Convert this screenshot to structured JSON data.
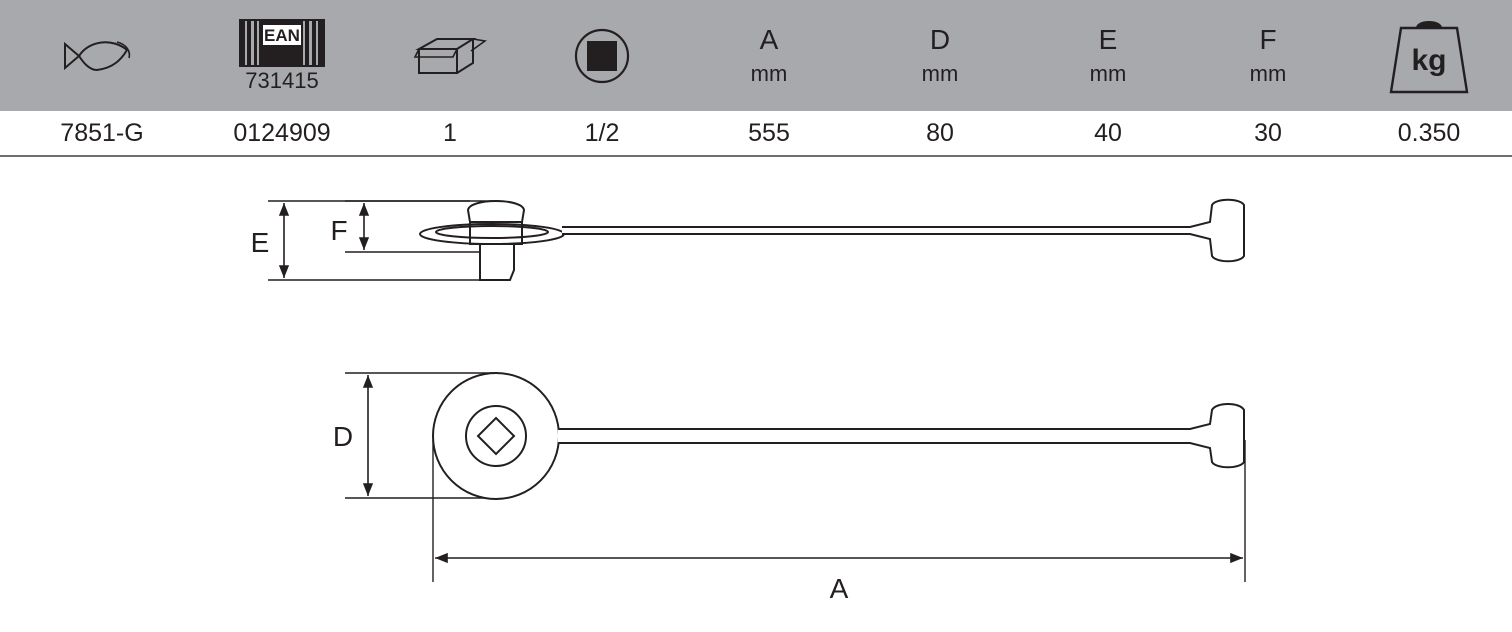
{
  "header": {
    "icons": {
      "fish": "fish-icon",
      "ean": "ean-barcode-icon",
      "package": "box-icon",
      "square_drive": "square-drive-icon",
      "weight": "weight-icon"
    },
    "ean_label": "EAN",
    "ean_code": "731415",
    "weight_label": "kg",
    "columns": [
      {
        "letter": "A",
        "unit": "mm"
      },
      {
        "letter": "D",
        "unit": "mm"
      },
      {
        "letter": "E",
        "unit": "mm"
      },
      {
        "letter": "F",
        "unit": "mm"
      }
    ]
  },
  "row": {
    "ref": "7851-G",
    "ean": "0124909",
    "qty": "1",
    "drive": "1/2",
    "a": "555",
    "d": "80",
    "e": "40",
    "f": "30",
    "kg": "0.350"
  },
  "drawing": {
    "labels": {
      "e": "E",
      "f": "F",
      "d": "D",
      "a": "A"
    }
  },
  "colors": {
    "header_bg": "#a7a9ac",
    "ink": "#231f20"
  }
}
